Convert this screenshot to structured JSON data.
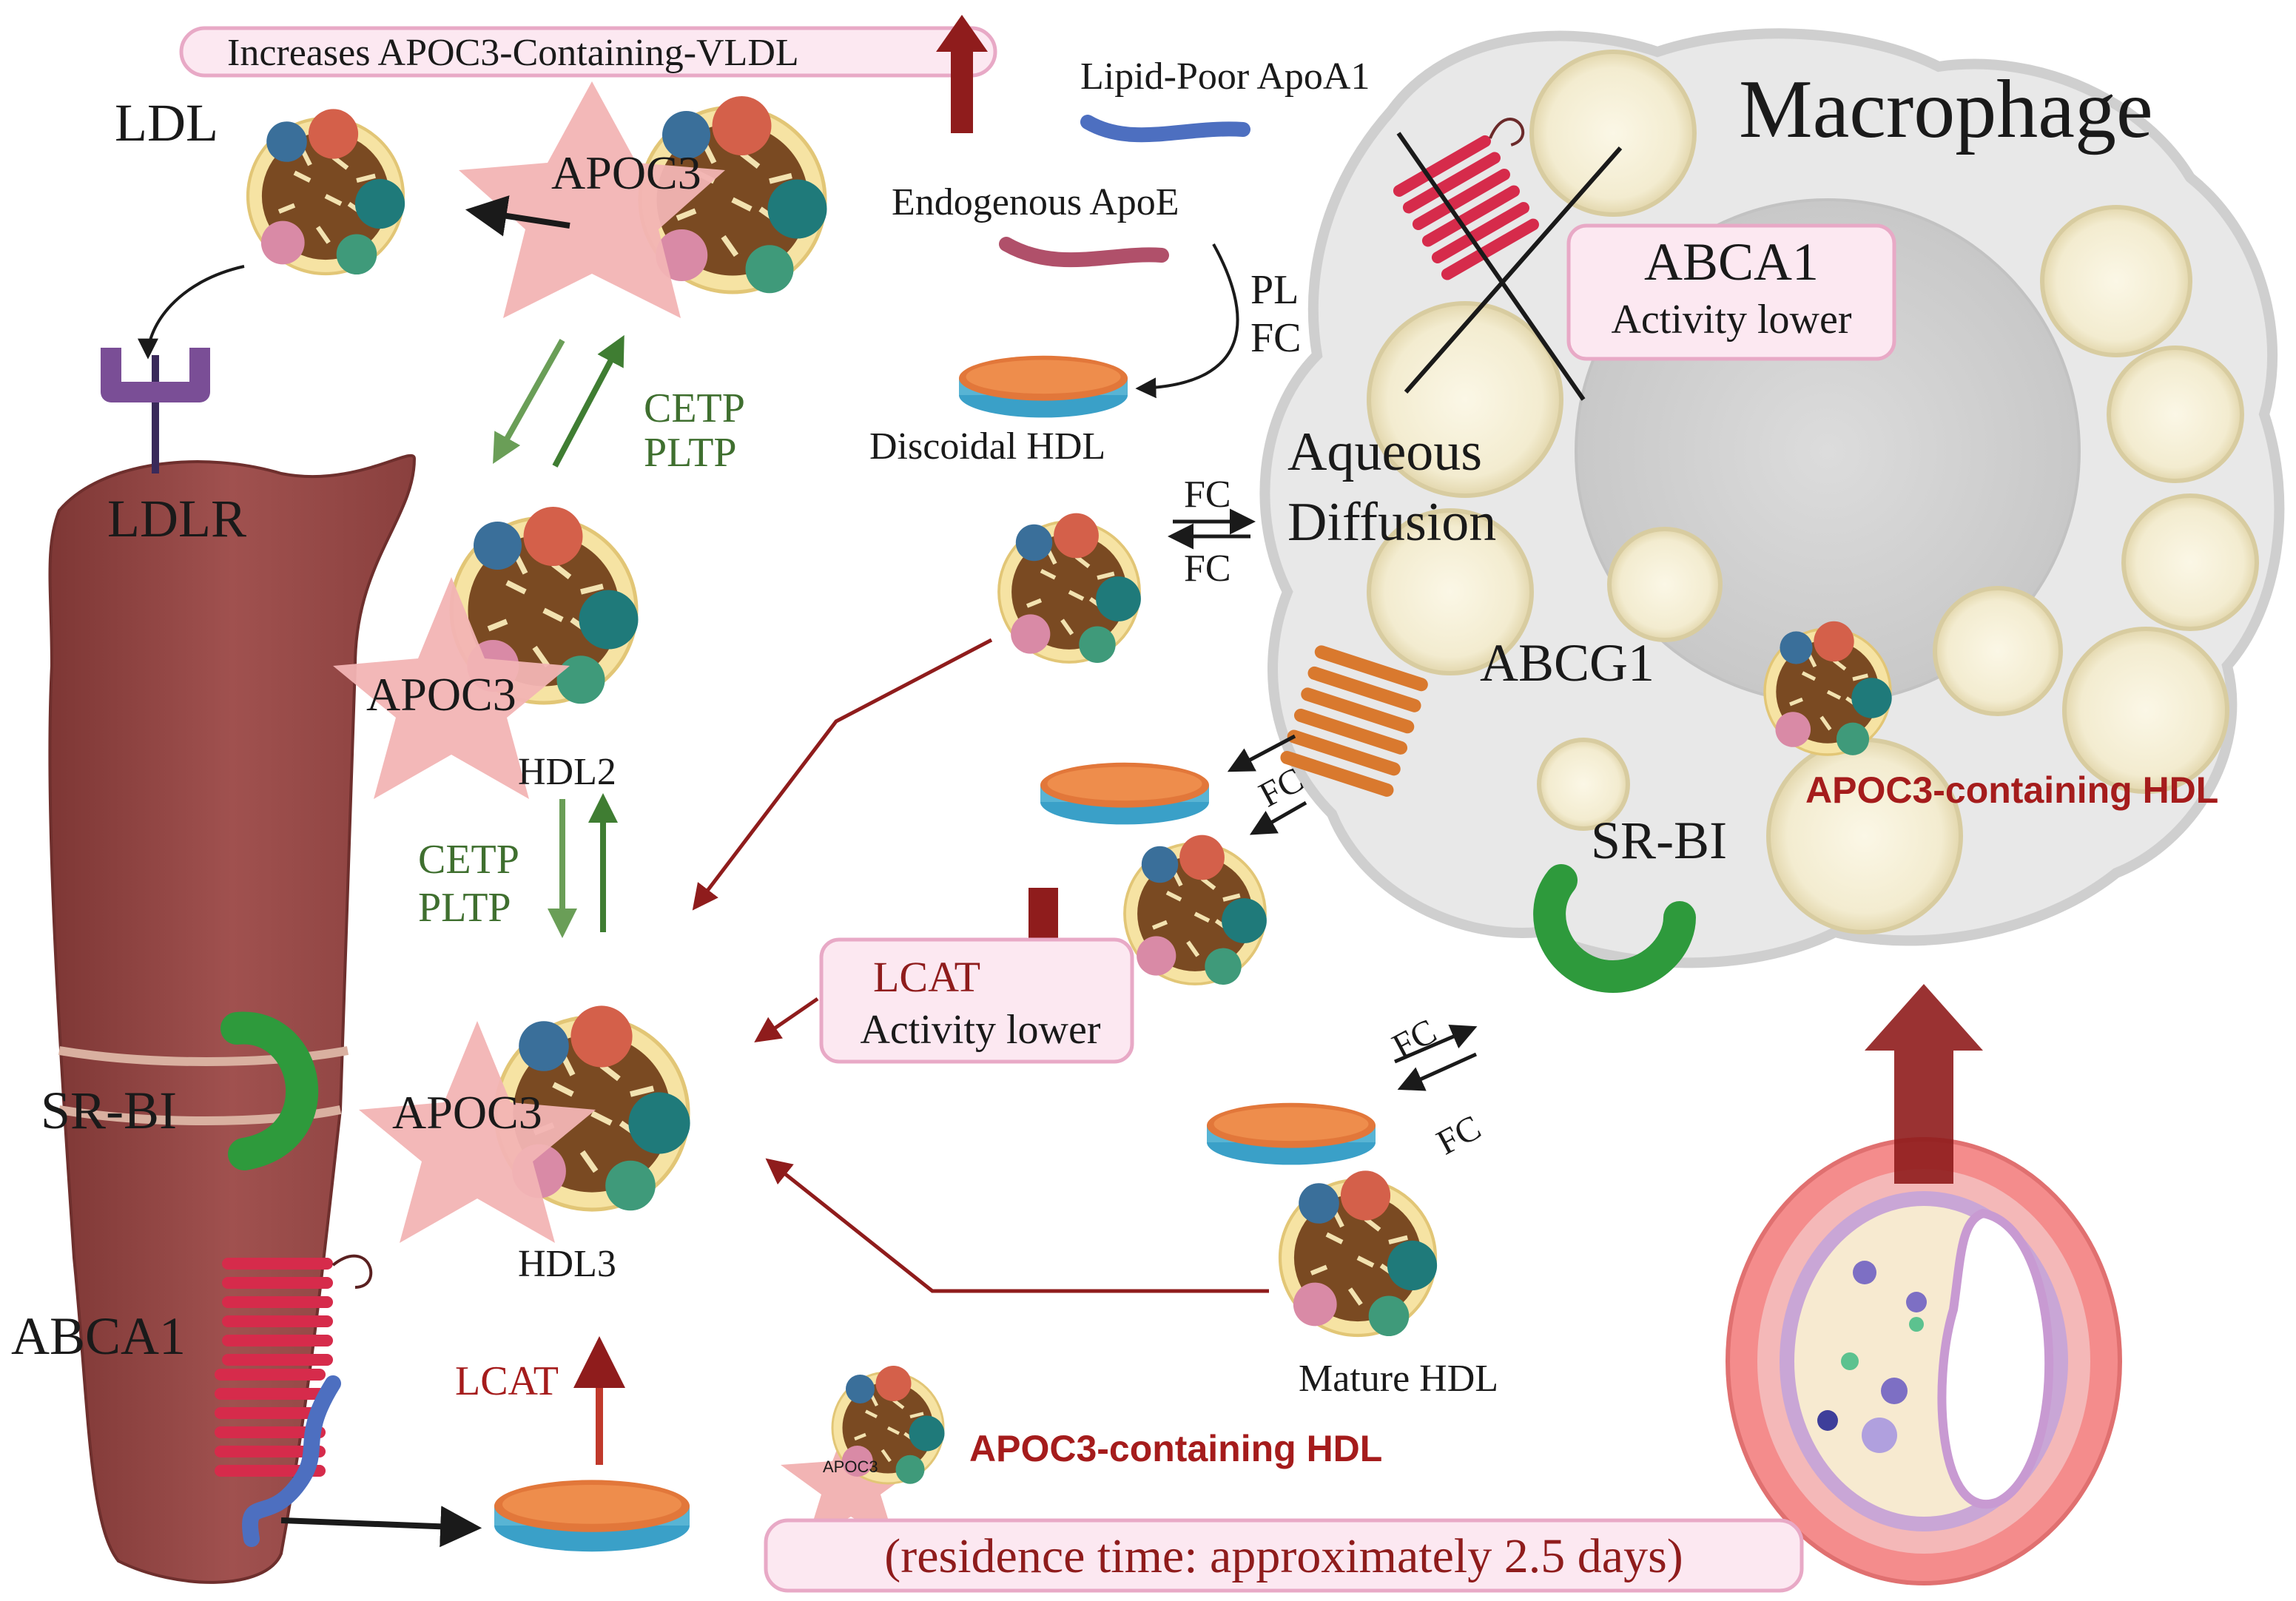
{
  "labels": {
    "increases_vldl": "Increases APOC3-Containing-VLDL",
    "ldl": "LDL",
    "ldlr": "LDLR",
    "apoc3": "APOC3",
    "apoc3_small": "APOC3",
    "hdl2": "HDL2",
    "hdl3": "HDL3",
    "cetp": "CETP",
    "pltp": "PLTP",
    "lipid_poor_apoa1": "Lipid-Poor ApoA1",
    "endogenous_apoe": "Endogenous ApoE",
    "pl": "PL",
    "fc": "FC",
    "discoidal_hdl": "Discoidal HDL",
    "aqueous": "Aqueous",
    "diffusion": "Diffusion",
    "macrophage": "Macrophage",
    "abca1": "ABCA1",
    "activity_lower": "Activity lower",
    "abcg1": "ABCG1",
    "srbi": "SR-BI",
    "apoc3_containing_hdl": "APOC3-containing HDL",
    "lcat": "LCAT",
    "mature_hdl": "Mature HDL",
    "residence_time": "(residence time: approximately 2.5 days)"
  },
  "colors": {
    "liver": "#9a4a48",
    "dark_red_arrow": "#8f1c1c",
    "green_arrow": "#3f7d32",
    "green_text": "#3f6f2f",
    "pink_box_fill": "#fce8f1",
    "pink_box_stroke": "#e8a9c6",
    "apoc3_star": "#f2b4b4",
    "red_text": "#a51c1c",
    "macrophage_fill": "#e6e6e6",
    "srbi_green": "#2e9a3c",
    "receptor_red": "#d62b4b",
    "abcg1_orange": "#d9792e",
    "ldlr_purple": "#7a4e96"
  }
}
